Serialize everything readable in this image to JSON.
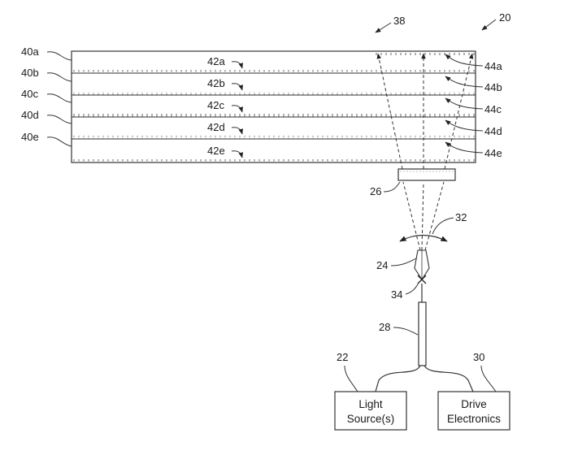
{
  "labels": {
    "system": "20",
    "fan": "38",
    "lens": "26",
    "scan_arc": "32",
    "scanner": "24",
    "pivot": "34",
    "fiber": "28",
    "light_source_ref": "22",
    "drive_ref": "30"
  },
  "waveguides": [
    {
      "id": "40a",
      "core": "42a",
      "out": "44a"
    },
    {
      "id": "40b",
      "core": "42b",
      "out": "44b"
    },
    {
      "id": "40c",
      "core": "42c",
      "out": "44c"
    },
    {
      "id": "40d",
      "core": "42d",
      "out": "44d"
    },
    {
      "id": "40e",
      "core": "42e",
      "out": "44e"
    }
  ],
  "boxes": {
    "light_source": [
      "Light",
      "Source(s)"
    ],
    "drive": [
      "Drive",
      "Electronics"
    ]
  }
}
